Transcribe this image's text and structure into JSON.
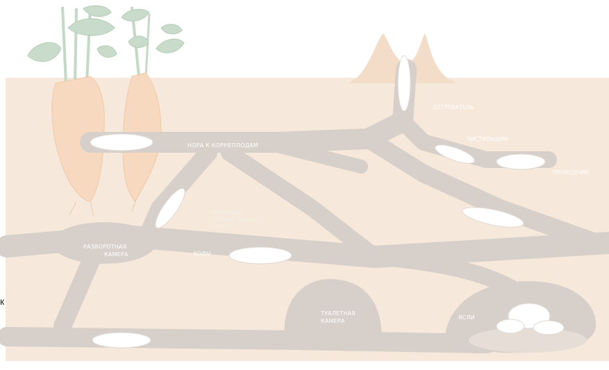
{
  "labels": {
    "root_burrow": "НОРА К КОРНЕПЛОДАМ",
    "digger": "ОТГРЕБАТЕЛЬ",
    "cleaner": "ЧИСТИЛЬЩИК",
    "driller": "ПРОХОДЧИК",
    "inclined_1": "НАКЛОННЫЕ",
    "inclined_2": "СОЕДИНИТЕЛЬНЫЕ",
    "inclined_3": "ТОННЕЛИ",
    "turn_chamber_1": "РАЗВОРОТНАЯ",
    "turn_chamber_2": "КАМЕРА",
    "passages": "ХОДЫ",
    "toilet_1": "ТУАЛЕТНАЯ",
    "toilet_2": "КАМЕРА",
    "nursery": "ЯСЛИ"
  },
  "edge_char": "к",
  "colors": {
    "soil": "#f6e8da",
    "tunnel": "#d7d0ca",
    "root": "#f6d9bf",
    "leaf": "#c9dccb",
    "mole": "#ffffff"
  }
}
